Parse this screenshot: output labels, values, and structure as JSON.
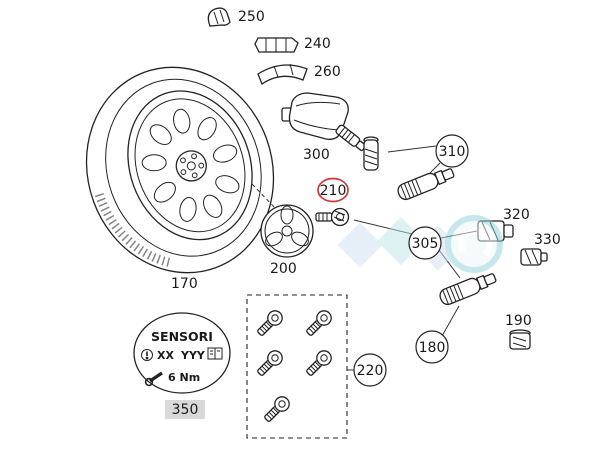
{
  "diagram": {
    "description_labels": {
      "p170": "170",
      "p180": "180",
      "p190": "190",
      "p200": "200",
      "p210": "210",
      "p220": "220",
      "p240": "240",
      "p250": "250",
      "p260": "260",
      "p300": "300",
      "p305": "305",
      "p310": "310",
      "p320": "320",
      "p330": "330",
      "p350": "350"
    }
  },
  "labels": {
    "p170": "170",
    "p180": "180",
    "p190": "190",
    "p200": "200",
    "p210": "210",
    "p220": "220",
    "p240": "240",
    "p250": "250",
    "p260": "260",
    "p300": "300",
    "p305": "305",
    "p310": "310",
    "p320": "320",
    "p330": "330",
    "p350": "350"
  },
  "sensor": {
    "title": "SENSORI",
    "xx": "XX",
    "yyy": "YYY",
    "torque": "6 Nm"
  },
  "colors": {
    "highlight_red": "#cc3a33",
    "label_bg": "#d9d9d9",
    "watermark_blue": "#cfdff0",
    "watermark_teal": "#bfe4e8",
    "watermark_ring": "#8fd0d8",
    "line": "#222222"
  }
}
